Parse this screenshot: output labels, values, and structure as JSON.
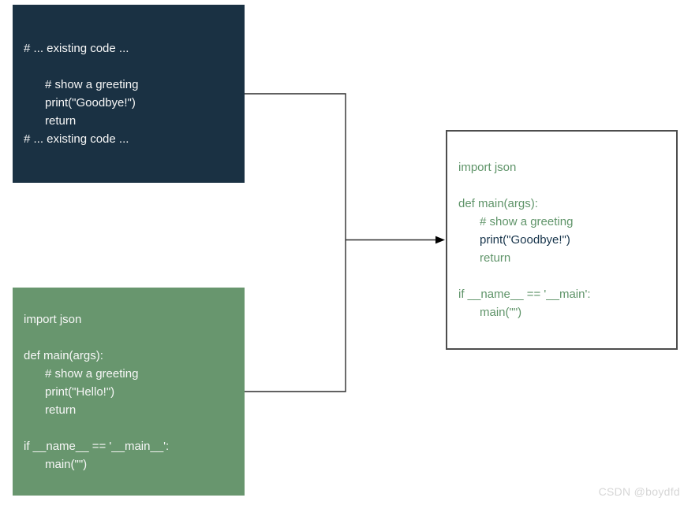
{
  "colors": {
    "background": "#ffffff",
    "navy_fill": "#1a3143",
    "navy_text": "#17344b",
    "green_fill": "#68966e",
    "green_text": "#5f9469",
    "box_text": "#f7f7f7",
    "result_bg": "#ffffff",
    "result_border": "#4d4d4d",
    "connector": "#2d2d2d",
    "arrowhead": "#000000",
    "watermark": "#d6d6d6"
  },
  "boxes": {
    "existing_code_snippet": {
      "lines": [
        {
          "text": "# ... existing code ...",
          "indent": 0
        },
        {
          "text": "",
          "indent": 0
        },
        {
          "text": "# show a greeting",
          "indent": 1
        },
        {
          "text": "print(\"Goodbye!\")",
          "indent": 1
        },
        {
          "text": "return",
          "indent": 1
        },
        {
          "text": "# ... existing code ...",
          "indent": 0
        }
      ]
    },
    "original_file": {
      "lines": [
        {
          "text": "import json",
          "indent": 0
        },
        {
          "text": "",
          "indent": 0
        },
        {
          "text": "def main(args):",
          "indent": 0
        },
        {
          "text": "# show a greeting",
          "indent": 1
        },
        {
          "text": "print(\"Hello!\")",
          "indent": 1
        },
        {
          "text": "return",
          "indent": 1
        },
        {
          "text": "",
          "indent": 0
        },
        {
          "text": "if __name__ == '__main__':",
          "indent": 0
        },
        {
          "text": "main(\"\")",
          "indent": 1
        }
      ]
    },
    "merged_result": {
      "lines": [
        {
          "text": "import json",
          "indent": 0,
          "color": "green_text"
        },
        {
          "text": "",
          "indent": 0
        },
        {
          "text": "def main(args):",
          "indent": 0,
          "color": "green_text"
        },
        {
          "text": "# show a greeting",
          "indent": 1,
          "color": "green_text"
        },
        {
          "text": "print(\"Goodbye!\")",
          "indent": 1,
          "color": "navy_text"
        },
        {
          "text": "return",
          "indent": 1,
          "color": "green_text"
        },
        {
          "text": "",
          "indent": 0
        },
        {
          "text": "if __name__ == '__main':",
          "indent": 0,
          "color": "green_text"
        },
        {
          "text": "main(\"\")",
          "indent": 1,
          "color": "green_text"
        }
      ]
    }
  },
  "watermark": {
    "text": "CSDN @boydfd"
  }
}
